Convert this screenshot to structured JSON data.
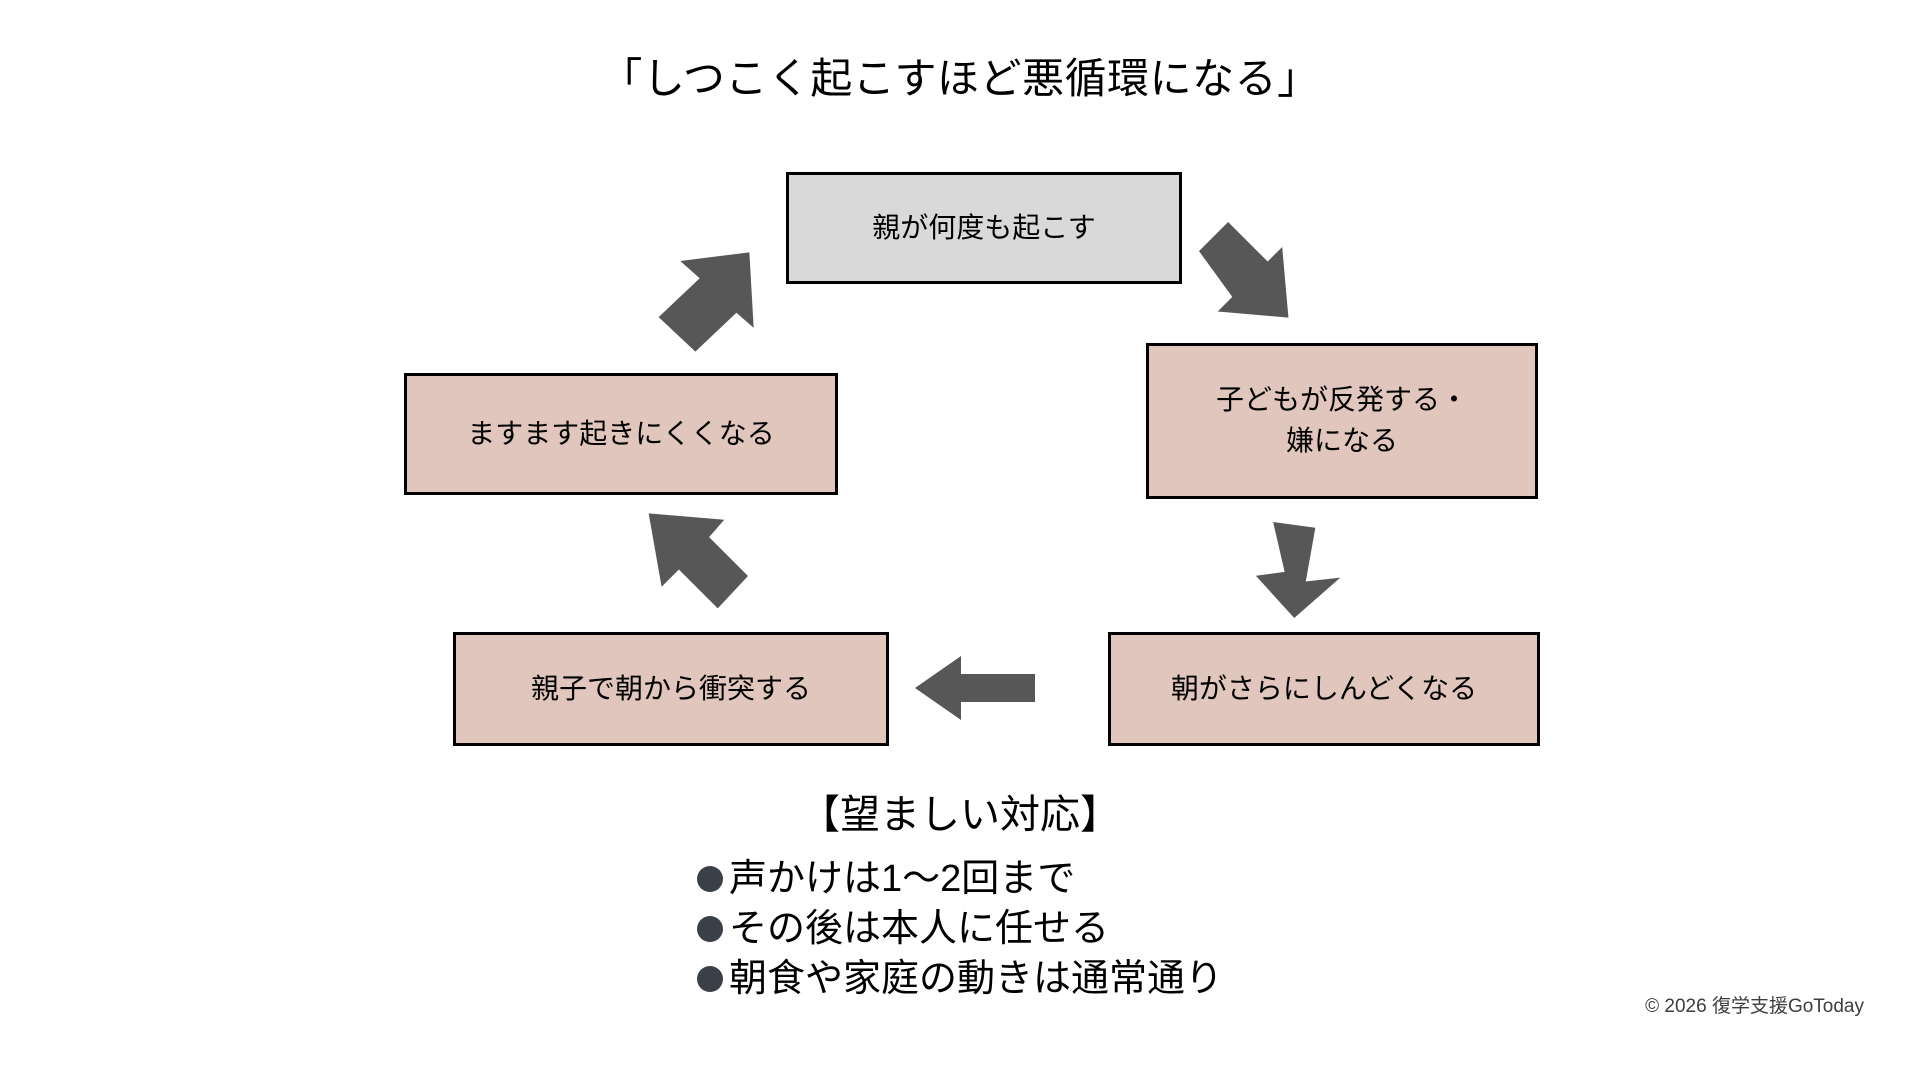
{
  "slide": {
    "title": "「しつこく起こすほど悪循環になる」",
    "background_color": "#ffffff"
  },
  "colors": {
    "gray_box_fill": "#d9d9d9",
    "pink_box_fill": "#e0c6bc",
    "box_border": "#000000",
    "arrow_fill": "#575757",
    "bullet_dot": "#3b4048",
    "footer_text": "#3d3d3d"
  },
  "cycle": {
    "nodes": [
      {
        "id": "parent-wakes-repeatedly",
        "label": "親が何度も起こす",
        "fill": "#d9d9d9"
      },
      {
        "id": "child-resists",
        "label_line1": "子どもが反発する・",
        "label_line2": "嫌になる",
        "fill": "#e0c6bc"
      },
      {
        "id": "morning-harder",
        "label": "朝がさらにしんどくなる",
        "fill": "#e0c6bc"
      },
      {
        "id": "parent-child-conflict",
        "label": "親子で朝から衝突する",
        "fill": "#e0c6bc"
      },
      {
        "id": "harder-to-wake",
        "label": "ますます起きにくくなる",
        "fill": "#e0c6bc"
      }
    ],
    "arrows": [
      {
        "id": "arrow-top-to-right",
        "direction": "down-right"
      },
      {
        "id": "arrow-right-to-bottom-right",
        "direction": "down"
      },
      {
        "id": "arrow-bottom-right-to-bottom-left",
        "direction": "left"
      },
      {
        "id": "arrow-bottom-left-to-left",
        "direction": "up-left"
      },
      {
        "id": "arrow-left-to-top",
        "direction": "up-right"
      }
    ]
  },
  "advice": {
    "heading": "【望ましい対応】",
    "items": [
      {
        "bullet": "filled-circle-bullet",
        "text": "声かけは1〜2回まで"
      },
      {
        "bullet": "filled-circle-bullet",
        "text": "その後は本人に任せる"
      },
      {
        "bullet": "filled-circle-bullet",
        "text": "朝食や家庭の動きは通常通り"
      }
    ]
  },
  "footer": {
    "copyright": "© 2026 復学支援GoToday"
  }
}
